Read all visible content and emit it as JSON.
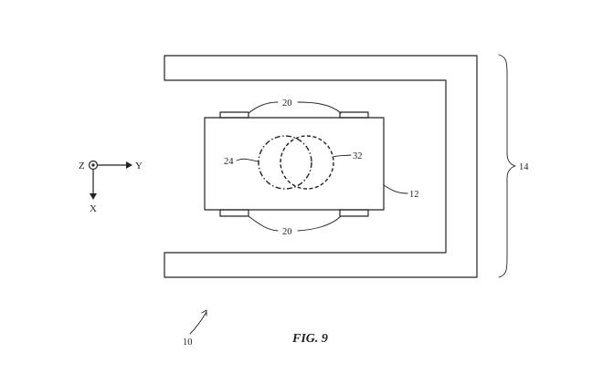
{
  "figure": {
    "caption": "FIG. 9",
    "labels": {
      "system": "10",
      "device": "12",
      "enclosure": "14",
      "pads_top": "20",
      "pads_bottom": "20",
      "circle_left": "24",
      "circle_right": "32"
    },
    "axes": {
      "z": "Z",
      "y": "Y",
      "x": "X"
    },
    "colors": {
      "line": "#222222",
      "background": "#ffffff"
    }
  }
}
